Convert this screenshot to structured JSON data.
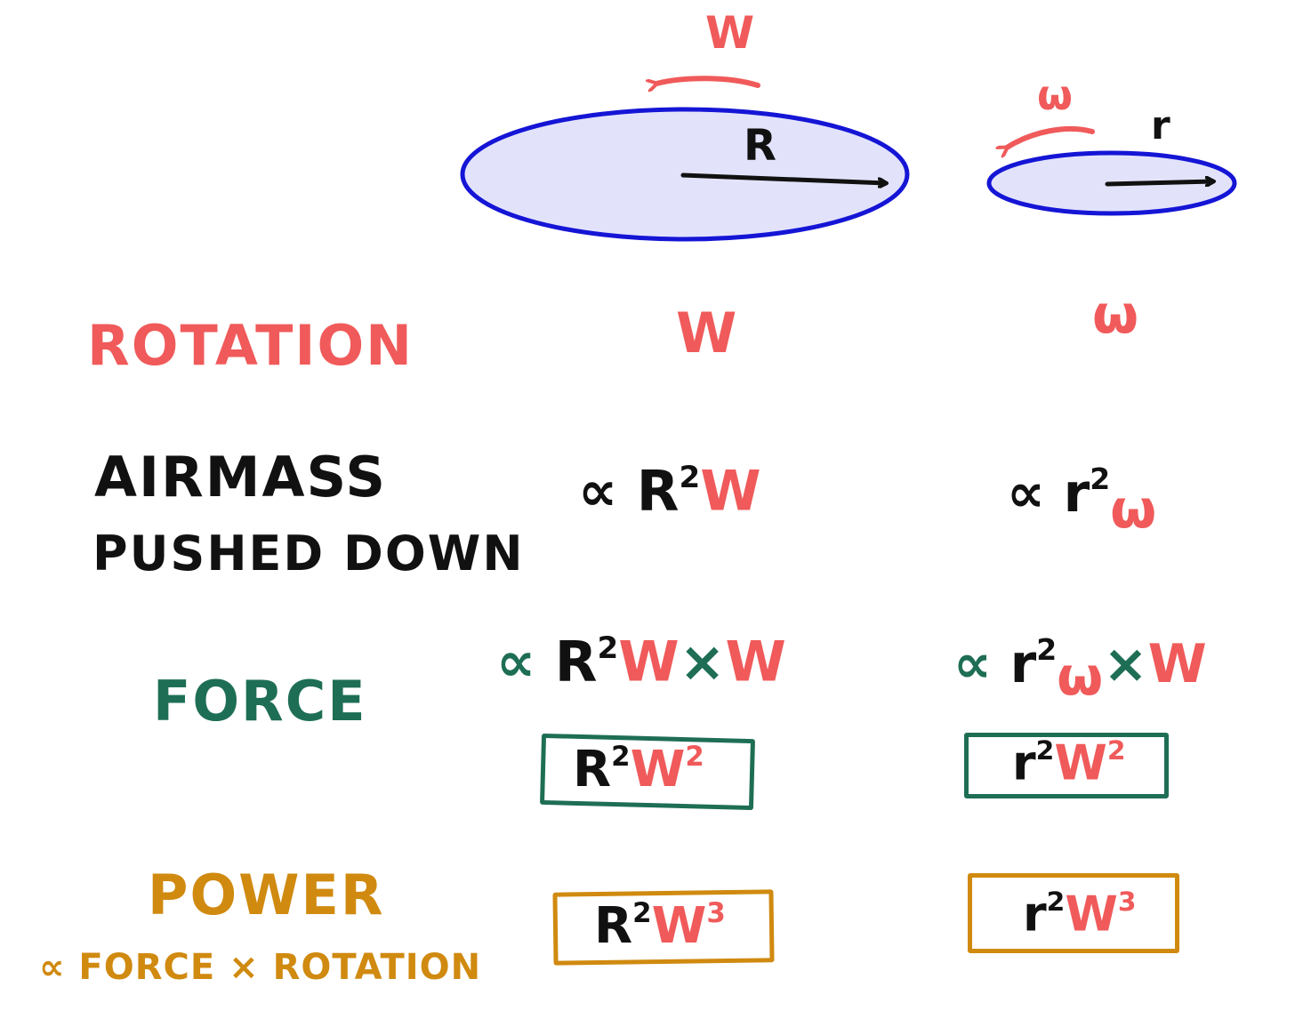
{
  "colors": {
    "red": "#f05a5a",
    "black": "#111111",
    "green": "#1e6e55",
    "orange": "#d08a10",
    "disk_fill": "#e2e3fb",
    "disk_stroke": "#1515d6"
  },
  "diagram": {
    "large_disk": {
      "rotation_label": "W",
      "radius_label": "R"
    },
    "small_disk": {
      "rotation_label": "ω",
      "radius_label": "r"
    }
  },
  "rows": {
    "rotation": {
      "label": "ROTATION",
      "large": "W",
      "small": "ω"
    },
    "airmass": {
      "label_line1": "AIRMASS",
      "label_line2": "PUSHED DOWN",
      "large": {
        "prefix": "∝ ",
        "base": "R",
        "exp": "2",
        "var": "W"
      },
      "small": {
        "prefix": "∝ ",
        "base": "r",
        "exp": "2",
        "var": "ω"
      }
    },
    "force": {
      "label": "FORCE",
      "large": {
        "prefix": "∝ ",
        "base": "R",
        "exp": "2",
        "var1": "W",
        "times": "×",
        "var2": "W"
      },
      "small": {
        "prefix": "∝ ",
        "base": "r",
        "exp": "2",
        "var1": "ω",
        "times": "×",
        "var2": "W"
      },
      "large_boxed": {
        "base": "R",
        "exp": "2",
        "var": "W",
        "var_exp": "2"
      },
      "small_boxed": {
        "base": "r",
        "exp": "2",
        "var": "W",
        "var_exp": "2"
      }
    },
    "power": {
      "label": "POWER",
      "sublabel_prefix": "∝ ",
      "sublabel_a": "FORCE",
      "sublabel_times": "×",
      "sublabel_b": "ROTATION",
      "large_boxed": {
        "base": "R",
        "exp": "2",
        "var": "W",
        "var_exp": "3"
      },
      "small_boxed": {
        "base": "r",
        "exp": "2",
        "var": "W",
        "var_exp": "3"
      }
    }
  }
}
